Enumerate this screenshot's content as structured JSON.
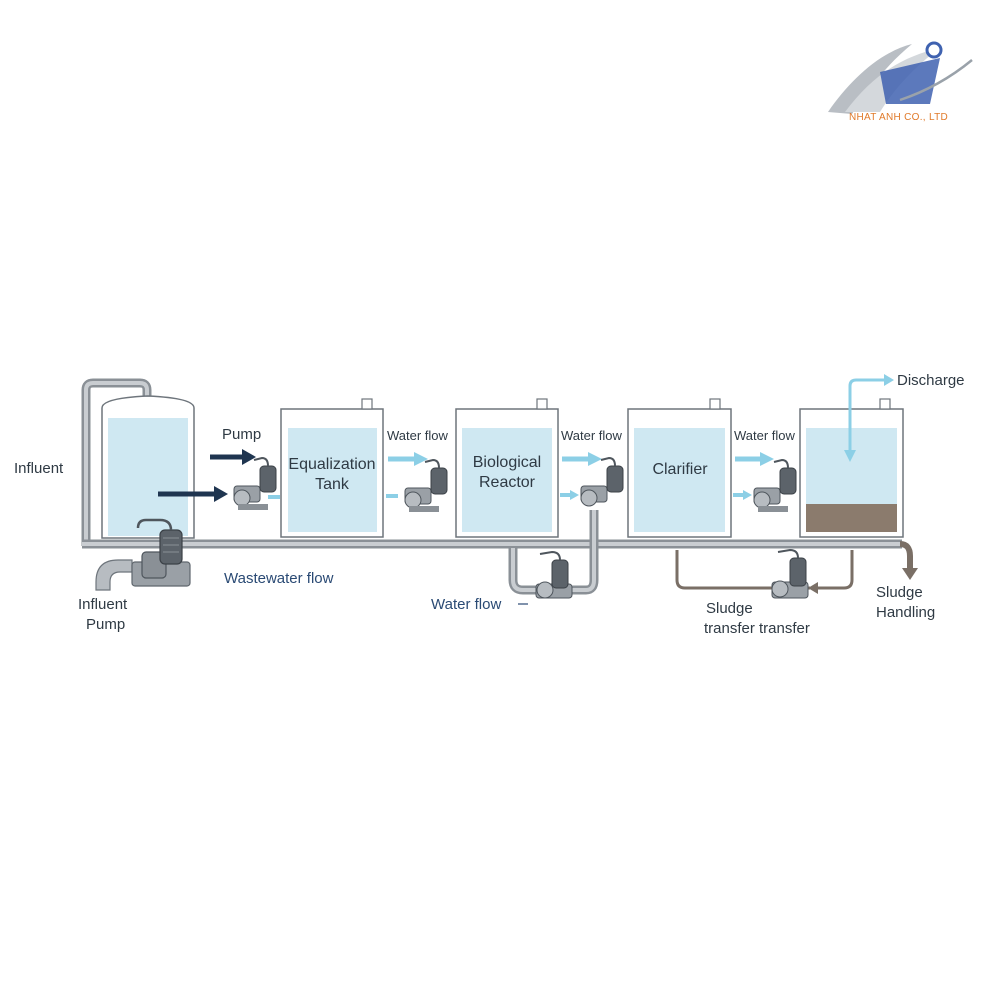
{
  "logo": {
    "text": "NHAT ANH CO., LTD"
  },
  "labels": {
    "influent": "Influent",
    "influent_pump": [
      "Influent",
      "Pump"
    ],
    "pump": "Pump",
    "wastewater_flow": "Wastewater flow",
    "water_flow_1": "Water flow",
    "water_flow_2": "Water flow",
    "water_flow_3": "Water flow",
    "water_flow_bottom": "Water flow",
    "discharge": "Discharge",
    "sludge_transfer": [
      "Sludge",
      "transfer transfer"
    ],
    "sludge_handling": [
      "Sludge",
      "Handling"
    ]
  },
  "tanks": {
    "equalization": [
      "Equalization",
      "Tank"
    ],
    "biological": [
      "Biological",
      "Reactor"
    ],
    "clarifier": [
      "Clarifier"
    ]
  },
  "colors": {
    "water": "#cfe8f2",
    "pipe": "#8a9096",
    "pipe_fill": "#c9cdd1",
    "sludge": "#8b7b6d",
    "sludge_pipe": "#7a6f66",
    "dark_arrow": "#1f3550",
    "light_arrow": "#8ccfe6",
    "tank_stroke": "#6e757c",
    "logo_text": "#e07a2a",
    "logo_blue": "#3f62b0"
  }
}
